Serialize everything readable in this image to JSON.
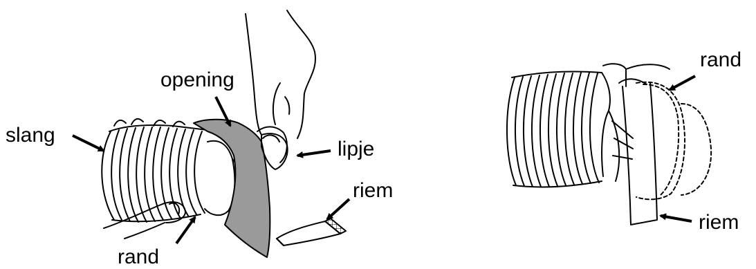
{
  "labels": {
    "left": {
      "slang": "slang",
      "opening": "opening",
      "lipje": "lipje",
      "riem": "riem",
      "rand": "rand"
    },
    "right": {
      "rand": "rand",
      "riem": "riem"
    }
  },
  "colors": {
    "line": "#000000",
    "sleeve_fill": "#9a9a9a",
    "background": "#ffffff"
  }
}
